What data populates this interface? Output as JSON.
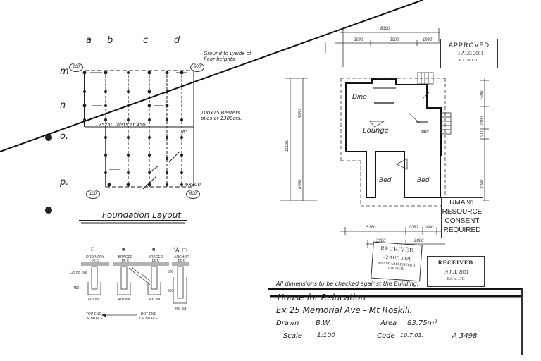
{
  "foundation": {
    "column_labels": [
      "a",
      "b",
      "c",
      "d"
    ],
    "row_labels": [
      "m",
      "n",
      "o.",
      "p."
    ],
    "corner_heights": {
      "top_left": "200",
      "top_right": "800",
      "bottom_left": "100",
      "bottom_right": "600"
    },
    "note_ground": "Ground to u/side of floor heights.",
    "note_bearers": "100x75 Bearers piles at 1300crs.",
    "note_joists": "125x50 joists at 450",
    "note_section": "A'",
    "note_size": "6x300",
    "title": "Foundation Layout"
  },
  "pile_details": {
    "types": [
      {
        "symbol": "□",
        "label": "ORDINARY PILE"
      },
      {
        "symbol": "■",
        "label": "BRACED PILE"
      },
      {
        "symbol": "■",
        "label": "BRACED PILE"
      },
      {
        "symbol": "'A' □",
        "label": "ANCHOR PILE"
      }
    ],
    "annotations": {
      "pile_size": "125 H5 pile",
      "depth_ordinary": "450",
      "depth_anchor": "900",
      "height_anchor": "600",
      "dia": "400 dia",
      "brace_top": "TOP END OF BRACE",
      "brace_bottom": "BOT END OF BRACE"
    }
  },
  "floor_plan": {
    "rooms": [
      "Dine",
      "Lounge",
      "Bed",
      "Bed.",
      "Bath"
    ],
    "dims_top": {
      "overall": "8390",
      "segments": [
        "3290",
        "3800",
        "1990"
      ]
    },
    "dims_left": {
      "overall": "10980",
      "segments": [
        "6280",
        "4550"
      ]
    },
    "dims_right": [
      "1690",
      "2180",
      "700",
      "3340"
    ],
    "dims_bottom_row1": [
      "5180",
      "1080",
      "1480"
    ],
    "dims_bottom_row2": [
      "3300",
      "2880"
    ]
  },
  "stamps": {
    "approved": {
      "title": "APPROVED",
      "date": "- 1 AUG 2001",
      "org": "B. C. W. LTD."
    },
    "rma": {
      "lines": [
        "RMA 91",
        "RESOURCE",
        "CONSENT",
        "REQUIRED"
      ]
    },
    "received1": {
      "title": "RECEIVED",
      "date": "- 2 AUG 2001",
      "org": "WHANGAREI DISTRICT COUNCIL"
    },
    "received2": {
      "title": "RECEIVED",
      "date": "19 JUL 2001",
      "org": "B.C.W. LTD"
    }
  },
  "title_block": {
    "note": "All dimensions to be checked against the Building.",
    "line1": "House for Relocation",
    "line2": "Ex 25 Memorial Ave - Mt Roskill.",
    "drawn_label": "Drawn",
    "drawn_value": "B.W.",
    "area_label": "Area",
    "area_value": "83.75m²",
    "scale_label": "Scale",
    "scale_value": "1:100",
    "code_label": "Code",
    "code_value": "10.7.01.",
    "drawing_no": "A 3498"
  }
}
